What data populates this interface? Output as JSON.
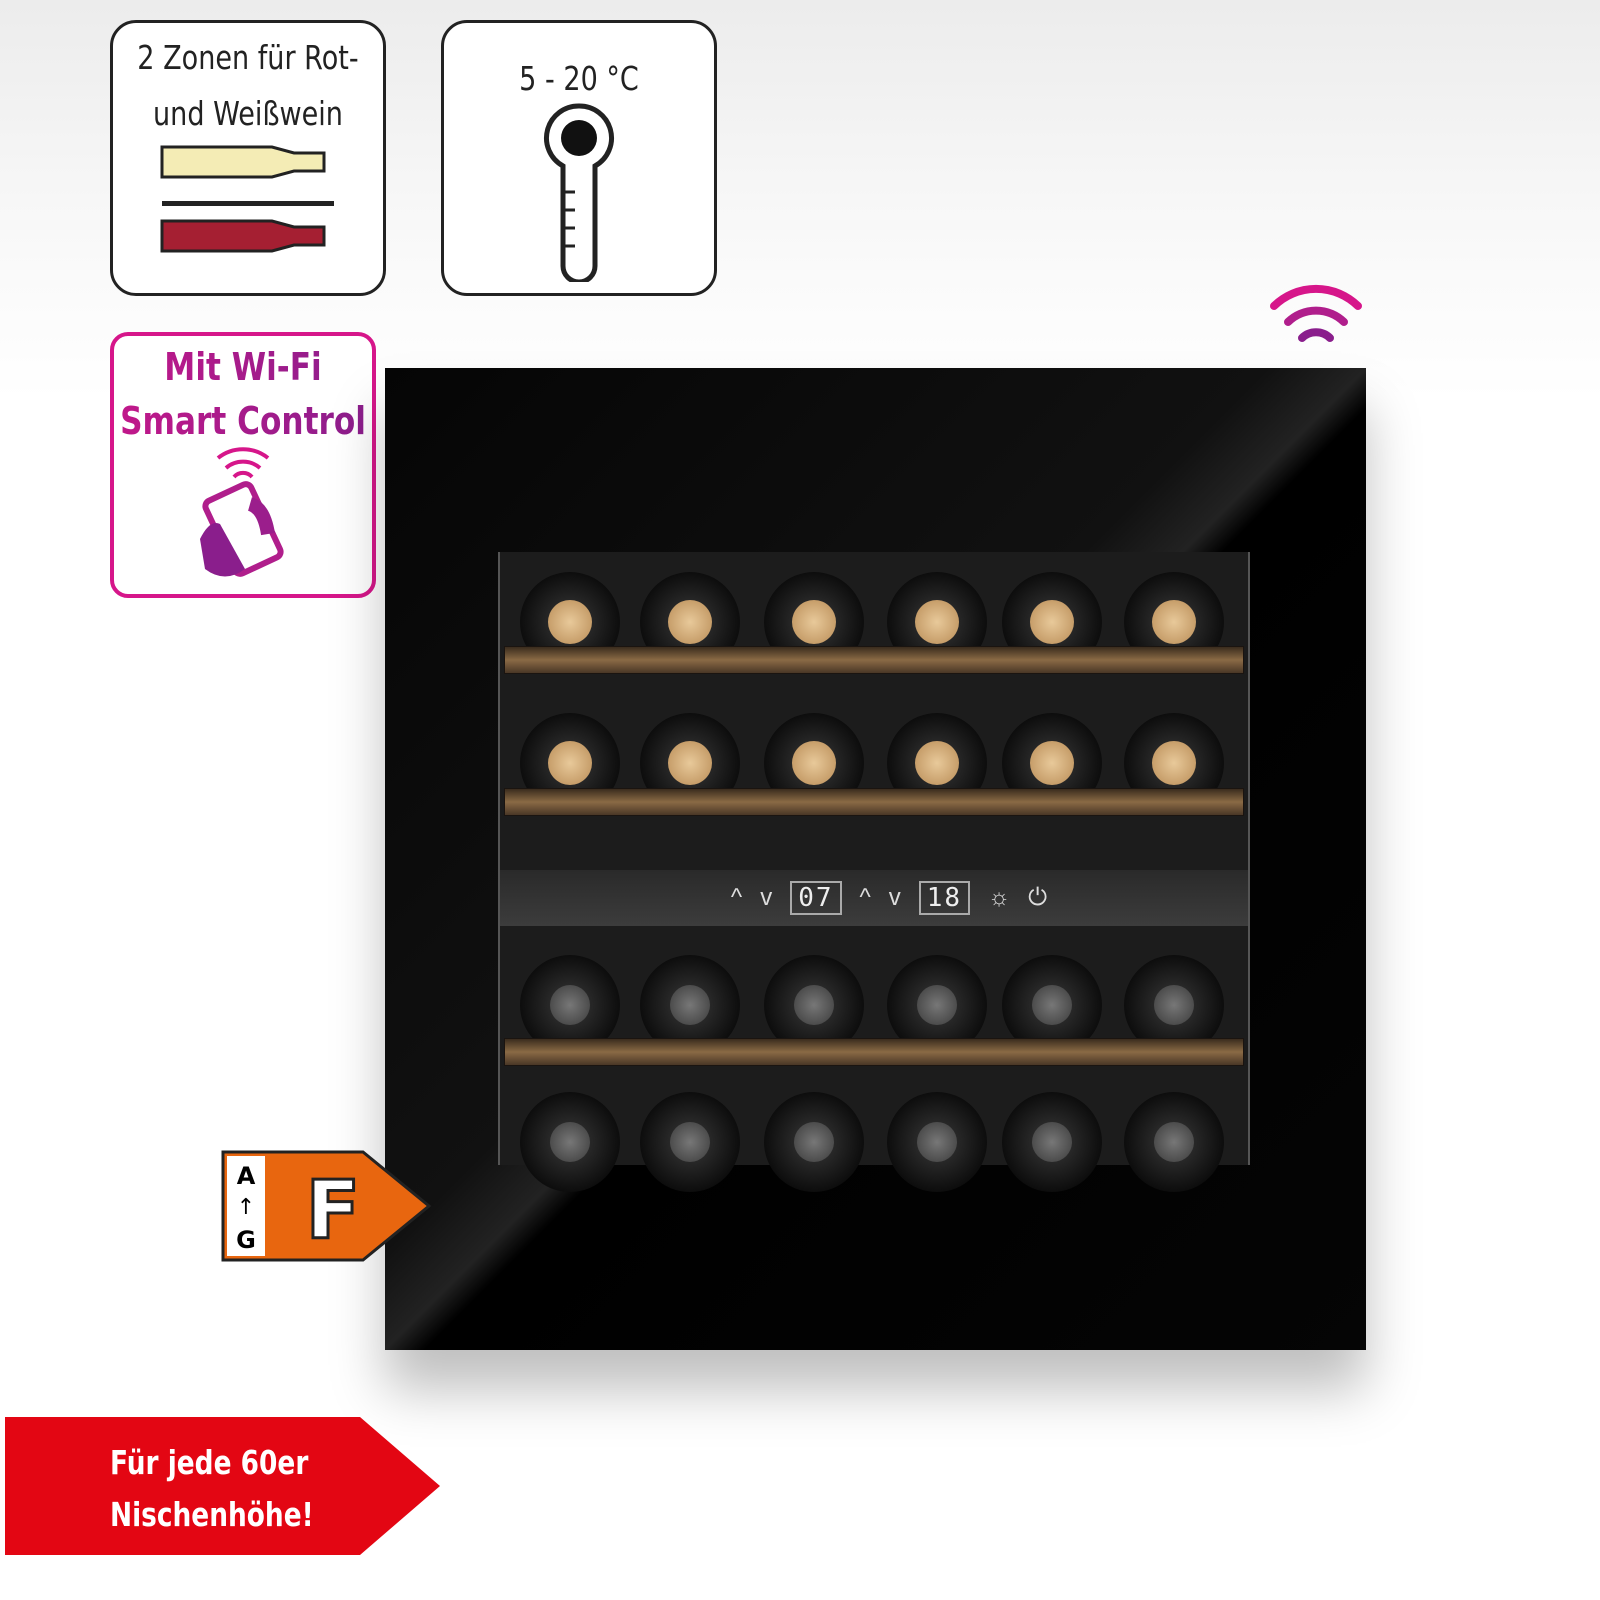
{
  "badges": {
    "zones": {
      "line1": "2 Zonen für Rot-",
      "line2": "und Weißwein"
    },
    "temperature": {
      "range": "5 - 20 °C"
    },
    "wifi": {
      "line1": "Mit Wi-Fi",
      "line2": "Smart Control"
    }
  },
  "control_panel": {
    "zone1_temp": "07",
    "zone2_temp": "18",
    "up": "^",
    "down": "v"
  },
  "energy_label": {
    "scale_top": "A",
    "scale_bottom": "G",
    "class": "F",
    "color": "#e8660f"
  },
  "banner": {
    "line1": "Für jede 60er",
    "line2": "Nischenhöhe!",
    "color": "#e30613"
  },
  "colors": {
    "wifi_accent": "#c2188a"
  }
}
